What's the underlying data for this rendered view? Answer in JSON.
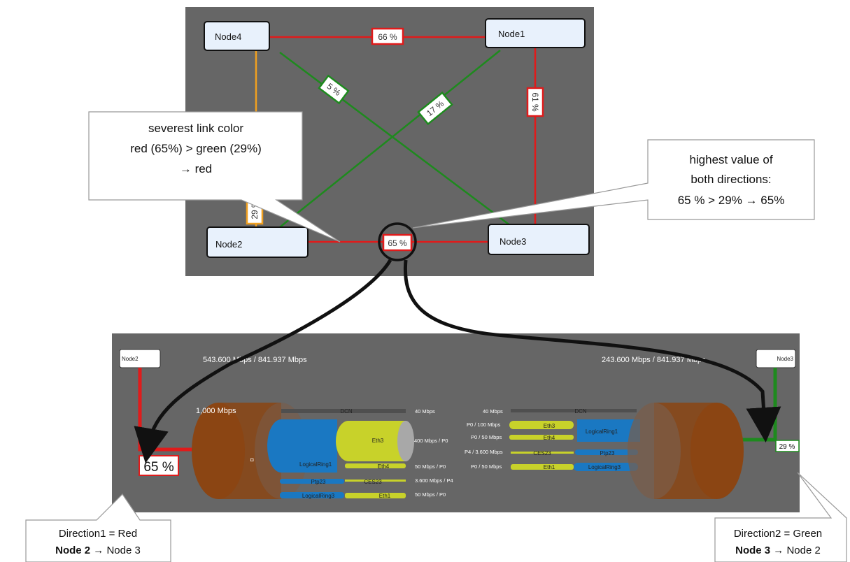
{
  "top": {
    "nodes": {
      "node1": "Node1",
      "node2": "Node2",
      "node3": "Node3",
      "node4": "Node4"
    },
    "links": {
      "n4_n1": "66 %",
      "n1_n3": "61 %",
      "n4_n3": "5 %",
      "n2_n1": "17 %",
      "n2_n3": "65 %",
      "n4_n2": "29 %"
    }
  },
  "callouts": {
    "left": {
      "line1": "severest link color",
      "line2": "red (65%) > green (29%)",
      "line3": "→ red"
    },
    "right": {
      "line1": "highest value of",
      "line2": "both directions:",
      "line3": "65 % > 29% → 65%"
    },
    "dir1": {
      "line1": "Direction1 = Red",
      "line2_bold": "Node 2",
      "line2_rest": " → Node 3"
    },
    "dir2": {
      "line1": "Direction2 = Green",
      "line2_bold": "Node 3",
      "line2_rest": " → Node 2"
    }
  },
  "bottom": {
    "node_left": "Node2",
    "node_right": "Node3",
    "rate_left": "543.600 Mbps / 841.937 Mbps",
    "rate_right": "243.600 Mbps / 841.937 Mbps",
    "pct_left": "65 %",
    "pct_right": "29 %",
    "capacity": "1,000 Mbps",
    "left_services": {
      "dcn": "DCN",
      "dcn_rate": "40 Mbps",
      "logicalring1": "LogicalRing1",
      "eth3": "Eth3",
      "eth3_rate": "400 Mbps / P0",
      "eth4": "Eth4",
      "eth4_rate": "50 Mbps / P0",
      "ptp23": "Ptp23",
      "ces23": "CES23",
      "ces23_rate": "3.600 Mbps / P4",
      "logicalring3": "LogicalRing3",
      "eth1": "Eth1",
      "eth1_rate": "50 Mbps / P0"
    },
    "right_services": {
      "dcn_rate": "40 Mbps",
      "dcn": "DCN",
      "eth3_rate": "P0 / 100 Mbps",
      "eth3": "Eth3",
      "logicalring1": "LogicalRing1",
      "eth4_rate": "P0 / 50 Mbps",
      "eth4": "Eth4",
      "ces23_rate": "P4 / 3.600 Mbps",
      "ces23": "CES23",
      "ptp23": "Ptp23",
      "eth1_rate": "P0 / 50 Mbps",
      "eth1": "Eth1",
      "logicalring3": "LogicalRing3"
    }
  },
  "colors": {
    "red": "#e01b1b",
    "green": "#1e8a1e",
    "orange": "#f0a020",
    "panel": "#666666",
    "brown": "#8b4513",
    "blue": "#1a78c2",
    "yellow": "#c8d22a"
  }
}
